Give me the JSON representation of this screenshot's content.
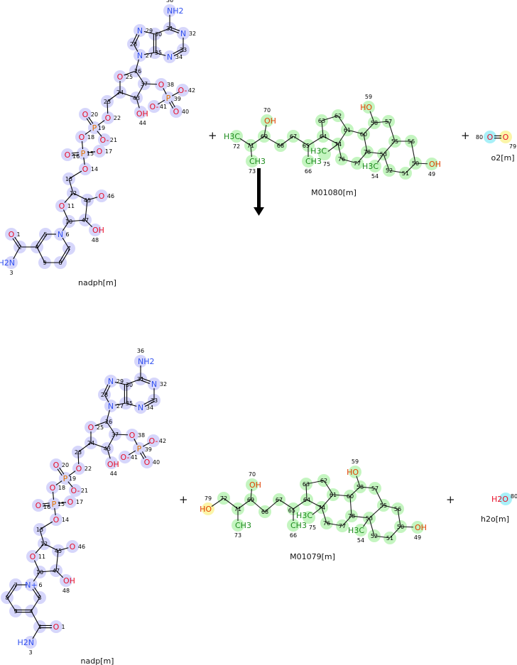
{
  "reaction": {
    "plus": "+",
    "direction": "down"
  },
  "colors": {
    "nucleotide_highlight": "#d6d6fb",
    "steroid_highlight": "#c4f5c0",
    "o2_atom80": "#a8f0f8",
    "o2_atom79": "#fbf5a8",
    "oxygen": "#e8102a",
    "steroid_oxygen": "#e04000",
    "nitrogen": "#3050f0",
    "phosphorus": "#e07000"
  },
  "molecules": [
    {
      "key": "nadph",
      "name": "nadph[m]",
      "atoms": {
        "1": "O",
        "2": "",
        "3": "H2N",
        "4": "",
        "5": "",
        "6": "N",
        "7": "",
        "8": "",
        "9": "",
        "10": "",
        "11": "O",
        "12": "",
        "13": "",
        "14": "O",
        "15": "P",
        "16": "O",
        "17": "O",
        "18": "O",
        "19": "P",
        "20": "O",
        "21": "O-",
        "22": "O",
        "23": "",
        "24": "",
        "25": "O",
        "26": "",
        "27": "N",
        "28": "",
        "29": "N",
        "30": "",
        "31": "",
        "32": "N",
        "33": "",
        "34": "N",
        "35": "",
        "36": "NH2",
        "37": "",
        "38": "O",
        "39": "P",
        "40": "O",
        "41": "O-",
        "42": "O-",
        "43": "",
        "44": "OH",
        "45": "",
        "46": "O",
        "47": "",
        "48": "OH"
      }
    },
    {
      "key": "M01080",
      "name": "M01080[m]",
      "atoms": {
        "49": "OH",
        "50": "",
        "51": "",
        "52": "",
        "53": "",
        "54": "H3C",
        "55": "",
        "56": "",
        "57": "",
        "58": "",
        "59": "HO",
        "60": "",
        "61": "",
        "62": "",
        "63": "",
        "64": "",
        "65": "",
        "66": "CH3",
        "67": "",
        "68": "",
        "69": "",
        "70": "OH",
        "71": "",
        "72": "H3C",
        "73": "CH3",
        "74": "",
        "75": "H3C",
        "76": "",
        "77": "",
        "78": ""
      }
    },
    {
      "key": "o2",
      "name": "o2[m]",
      "atoms": {
        "80": "O",
        "79": "O"
      }
    },
    {
      "key": "nadp",
      "name": "nadp[m]",
      "atoms": {
        "1": "O",
        "2": "",
        "3": "H2N",
        "4": "",
        "5": "",
        "6": "N+",
        "7": "",
        "8": "",
        "9": "",
        "10": "",
        "11": "O",
        "12": "",
        "13": "",
        "14": "O",
        "15": "P",
        "16": "O",
        "17": "O",
        "18": "O",
        "19": "P",
        "20": "O",
        "21": "O-",
        "22": "O",
        "23": "",
        "24": "",
        "25": "O",
        "26": "",
        "27": "N",
        "28": "",
        "29": "N",
        "30": "",
        "31": "",
        "32": "N",
        "33": "",
        "34": "N",
        "35": "",
        "36": "NH2",
        "37": "",
        "38": "O",
        "39": "P",
        "40": "O",
        "41": "O-",
        "42": "O-",
        "43": "",
        "44": "OH",
        "45": "",
        "46": "O",
        "47": "",
        "48": "OH"
      }
    },
    {
      "key": "M01079",
      "name": "M01079[m]",
      "atoms": {
        "49": "OH",
        "50": "",
        "51": "",
        "52": "",
        "53": "",
        "54": "H3C",
        "55": "",
        "56": "",
        "57": "",
        "58": "",
        "59": "HO",
        "60": "",
        "61": "",
        "62": "",
        "63": "",
        "64": "",
        "65": "",
        "66": "CH3",
        "67": "",
        "68": "",
        "69": "",
        "70": "OH",
        "71": "",
        "72": "",
        "73": "CH3",
        "74": "",
        "75": "H3C",
        "76": "",
        "77": "",
        "78": "",
        "79": "HO"
      }
    },
    {
      "key": "h2o",
      "name": "h2o[m]",
      "atoms": {
        "80": "H2O"
      }
    }
  ]
}
